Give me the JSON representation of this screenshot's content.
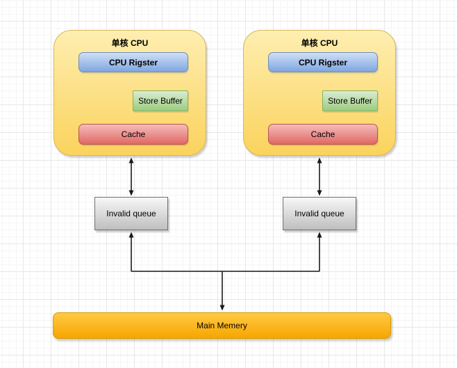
{
  "diagram": {
    "blocks": [
      {
        "title": "单核 CPU",
        "register": "CPU Rigster",
        "store_buffer": "Store Buffer",
        "cache": "Cache",
        "invalid_queue": "Invalid queue"
      },
      {
        "title": "单核 CPU",
        "register": "CPU Rigster",
        "store_buffer": "Store Buffer",
        "cache": "Cache",
        "invalid_queue": "Invalid queue"
      }
    ],
    "main_memory": "Main Memery",
    "colors": {
      "cpu_container_top": "#feeeb0",
      "cpu_container_bottom": "#fbd35d",
      "cpu_container_border": "#d6b656",
      "register_top": "#cfdff5",
      "register_bottom": "#7ea6e0",
      "register_border": "#6c8ebf",
      "store_buffer_top": "#d9ecd2",
      "store_buffer_bottom": "#9ccb7e",
      "store_buffer_border": "#82b366",
      "cache_top": "#f5bcba",
      "cache_bottom": "#e06864",
      "cache_border": "#b85450",
      "invalid_queue_top": "#f7f7f7",
      "invalid_queue_bottom": "#bfbfbf",
      "invalid_queue_border": "#6e6e6e",
      "main_memory_top": "#ffca45",
      "main_memory_bottom": "#f7a600",
      "main_memory_border": "#d79b00",
      "connector": "#1a1a1a",
      "grid_minor": "#f5f5f5",
      "grid_major": "#e7e7e7"
    }
  }
}
